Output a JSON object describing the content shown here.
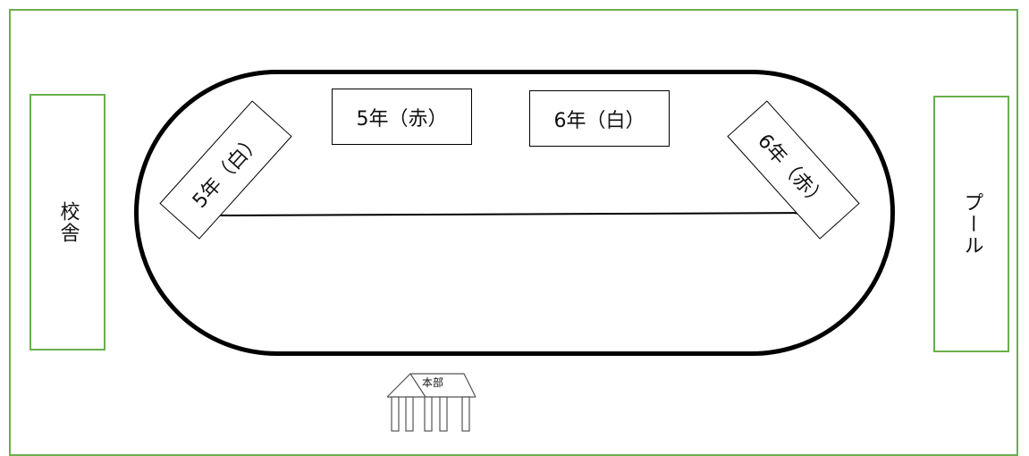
{
  "buildings": {
    "school": "校舎",
    "pool": "プール"
  },
  "teams": {
    "grade5_red": "5年（赤）",
    "grade6_white": "6年（白）",
    "grade5_white": "5年（白）",
    "grade6_red": "6年（赤）"
  },
  "headquarters": {
    "label": "本部"
  },
  "colors": {
    "frame": "#6ab04c",
    "track": "#000000"
  }
}
